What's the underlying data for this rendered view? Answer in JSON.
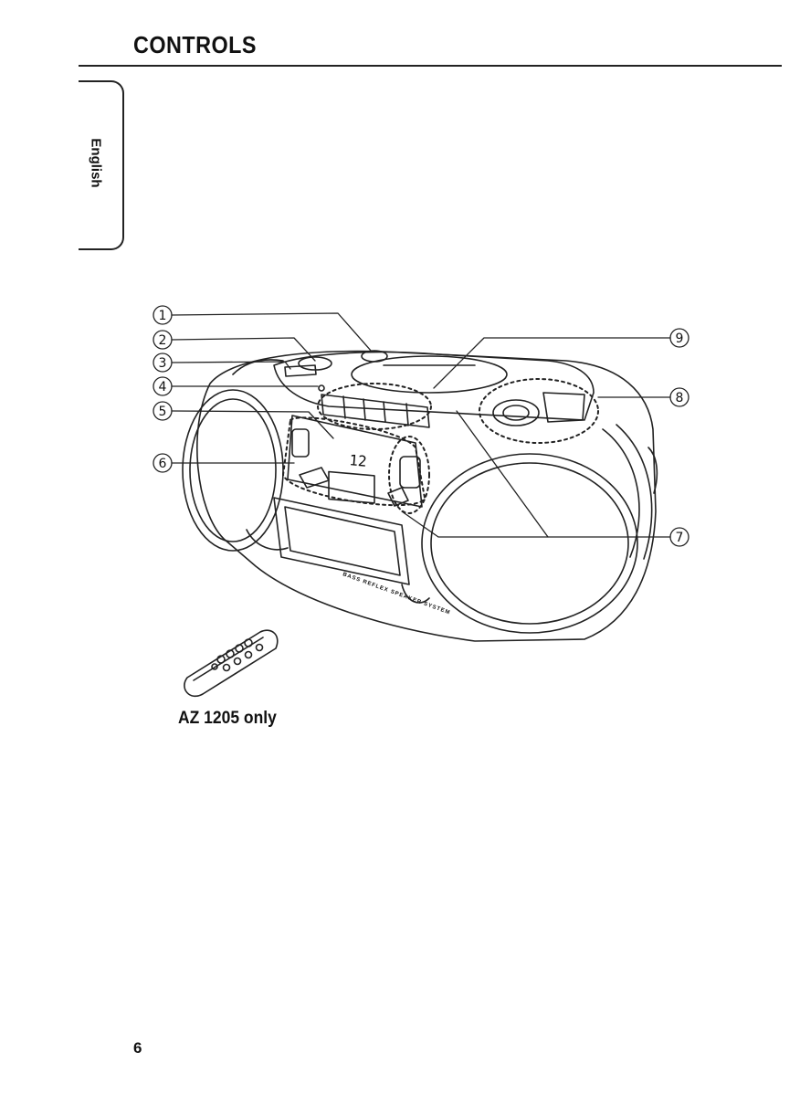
{
  "page": {
    "title": "CONTROLS",
    "language_tab": "English",
    "caption": "AZ 1205 only",
    "page_number": "6"
  },
  "device": {
    "display_readout": "12",
    "speaker_text": "BASS REFLEX SPEAKER SYSTEM"
  },
  "callouts": [
    "1",
    "2",
    "3",
    "4",
    "5",
    "6",
    "7",
    "8",
    "9"
  ],
  "icons": [
    "boombox-illustration",
    "remote-control-illustration"
  ]
}
